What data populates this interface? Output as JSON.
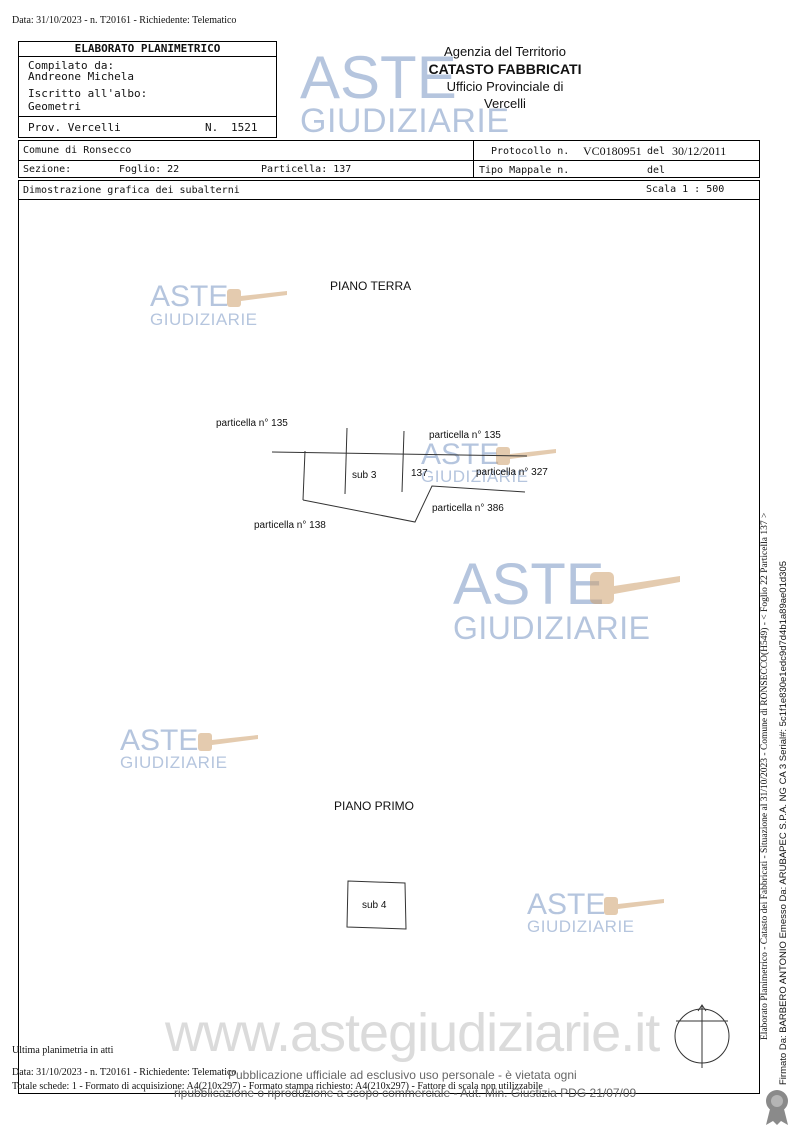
{
  "top_line": "Data: 31/10/2023 - n. T20161 - Richiedente: Telematico",
  "header": {
    "title": "ELABORATO PLANIMETRICO",
    "compilato_label": "Compilato da:",
    "compilato_name": "Andreone Michela",
    "iscritto_label": "Iscritto all'albo:",
    "iscritto_value": "Geometri",
    "prov_label": "Prov. Vercelli",
    "n_label": "N.",
    "n_value": "1521",
    "agency_line1": "Agenzia del Territorio",
    "agency_line2": "CATASTO FABBRICATI",
    "agency_line3": "Ufficio Provinciale di",
    "agency_line4": "Vercelli"
  },
  "info": {
    "comune": "Comune di Ronsecco",
    "sezione_label": "Sezione:",
    "foglio": "Foglio: 22",
    "particella": "Particella: 137",
    "protocollo_label": "Protocollo n.",
    "protocollo_value": "VC0180951",
    "del_label": "del",
    "del_value": "30/12/2011",
    "tipo_mappale": "Tipo Mappale n.",
    "del2_label": "del",
    "dimostrazione": "Dimostrazione grafica dei subalterni",
    "scala": "Scala 1 : 500"
  },
  "drawing": {
    "piano_terra": "PIANO TERRA",
    "piano_primo": "PIANO PRIMO",
    "labels": {
      "p135a": "particella n° 135",
      "p135b": "particella n° 135",
      "sub3": "sub 3",
      "n137": "137",
      "p327": "particella n° 327",
      "p386": "particella n° 386",
      "p138": "particella n° 138",
      "sub4": "sub 4"
    }
  },
  "watermarks": {
    "aste": "ASTE",
    "giudiziarie": "GIUDIZIARIE",
    "website": "www.astegiudiziarie.it"
  },
  "footer": {
    "ultima": "Ultima planimetria in atti",
    "data_line": "Data: 31/10/2023 - n. T20161 - Richiedente: Telematico",
    "totale_line": "Totale schede: 1 - Formato di acquisizione: A4(210x297) - Formato stampa richiesto: A4(210x297) - Fattore di scala non utilizzabile",
    "pubblicazione1": "Pubblicazione ufficiale ad esclusivo uso personale - è vietata ogni",
    "pubblicazione2": "ripubblicazione o riproduzione a scopo commerciale - Aut. Min. Giustizia PDG 21/07/09"
  },
  "side": {
    "vertical1": "Elaborato Planimetrico - Catasto dei Fabbricati - Situazione al 31/10/2023 - Comune di RONSECCO(H549) - < Foglio 22 Particella 137 >",
    "vertical2": "Firmato Da: BARBERO ANTONIO Emesso Da: ARUBAPEC S.P.A. NG CA 3 Serial#: 5c1f1e830e1edc9d7d4b1a89ae01d305"
  },
  "colors": {
    "watermark": "#7896c3",
    "ink": "#111111"
  }
}
